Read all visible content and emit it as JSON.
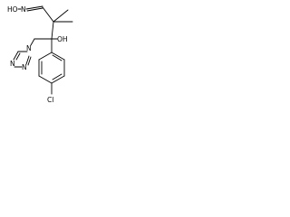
{
  "structure": {
    "labels": {
      "oxime": "HO",
      "oxime_n": "N",
      "oh": "OH",
      "triazole_n": "N",
      "triazole_n2": "N",
      "triazole_n3": "N",
      "chlorine": "Cl"
    }
  }
}
